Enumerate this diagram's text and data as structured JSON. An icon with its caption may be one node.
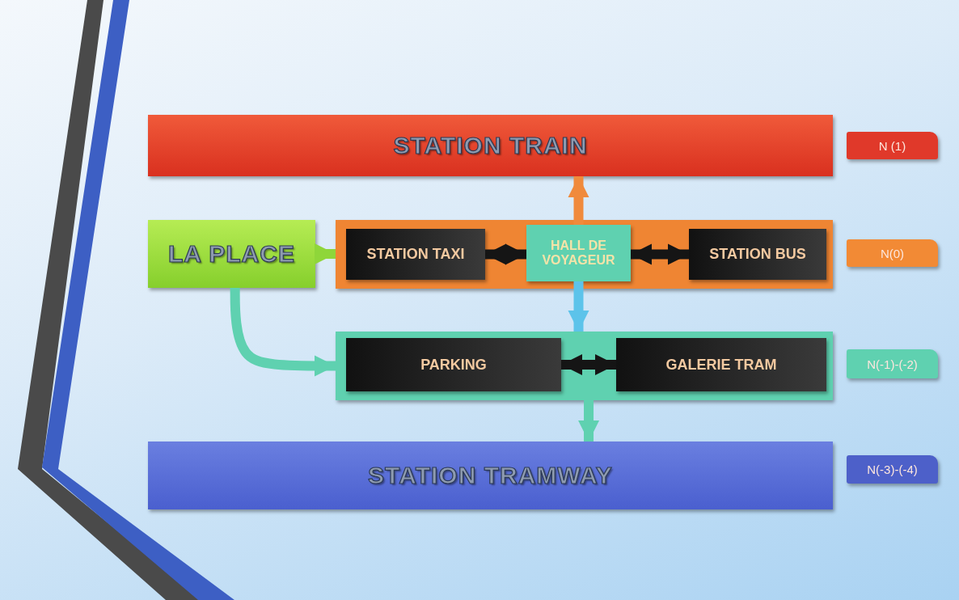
{
  "diagram": {
    "nodes": [
      {
        "text": [
          "STATION TRAIN"
        ]
      },
      {
        "text": [
          "N (1)"
        ]
      },
      {
        "text": [
          "LA PLACE"
        ]
      },
      {
        "text": [],
        "shape": "box"
      },
      {
        "text": [
          "STATION TAXI"
        ],
        "in": 3
      },
      {
        "text": [
          "HALL DE VOYAGEUR"
        ],
        "in": 3
      },
      {
        "text": [
          "STATION BUS"
        ],
        "in": 3
      },
      {
        "text": [
          "N(0)"
        ]
      },
      {
        "text": [],
        "shape": "box"
      },
      {
        "text": [
          "PARKING"
        ],
        "in": 8
      },
      {
        "text": [
          "GALERIE TRAM"
        ],
        "in": 8
      },
      {
        "text": [
          "N(-1)-(-2)"
        ]
      },
      {
        "text": [
          "STATION TRAMWAY"
        ]
      },
      {
        "text": [
          "N(-3)-(-4)"
        ]
      }
    ],
    "edges": [
      {
        "from": 2,
        "to": 3,
        "arrow": "to",
        "color": "#8fd63a"
      },
      {
        "from": 2,
        "to": 8,
        "arrow": "to",
        "color": "#5fd1b0"
      },
      {
        "from": 4,
        "to": 5,
        "arrow": "both"
      },
      {
        "from": 6,
        "to": 5,
        "arrow": "both"
      },
      {
        "from": 5,
        "to": 0,
        "arrow": "to",
        "color": "#f08a3c"
      },
      {
        "from": 5,
        "to": 8,
        "arrow": "to",
        "color": "#5cc3ea"
      },
      {
        "from": 9,
        "to": 10,
        "arrow": "both"
      },
      {
        "from": 8,
        "to": 12,
        "arrow": "to",
        "color": "#5fd1b0"
      }
    ]
  }
}
